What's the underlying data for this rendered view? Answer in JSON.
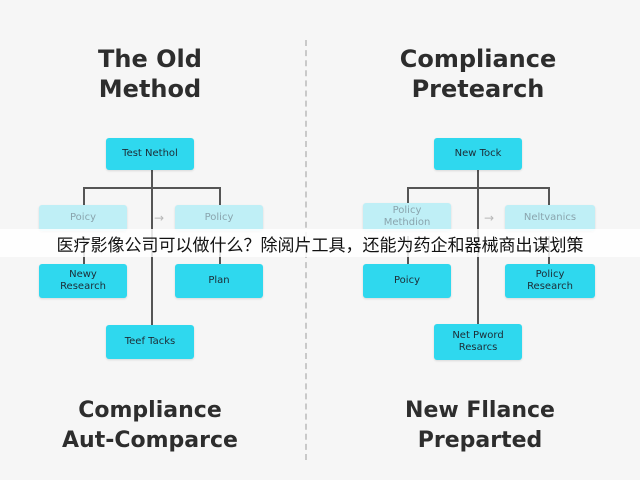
{
  "left": {
    "title_line1": "The Old",
    "title_line2": "Method",
    "nodes": {
      "top": "Test Nethol",
      "mid_left": "Poicy",
      "mid_right": "Policy",
      "low_left": "Newy Research",
      "low_right": "Plan",
      "bottom": "Teef Tacks"
    },
    "footer_line1": "Compliance",
    "footer_line2": "Aut-Comparce"
  },
  "right": {
    "title_line1": "Compliance",
    "title_line2": "Pretearch",
    "nodes": {
      "top": "New Tock",
      "mid_left": "Policy Methdion",
      "mid_right": "Neltvanics",
      "low_left": "Poicy",
      "low_right": "Policy Research",
      "bottom": "Net Pword Resarcs"
    },
    "footer_line1": "New Fllance",
    "footer_line2": "Preparted"
  },
  "banner_text": "医疗影像公司可以做什么？除阅片工具，还能为药企和器械商出谋划策"
}
